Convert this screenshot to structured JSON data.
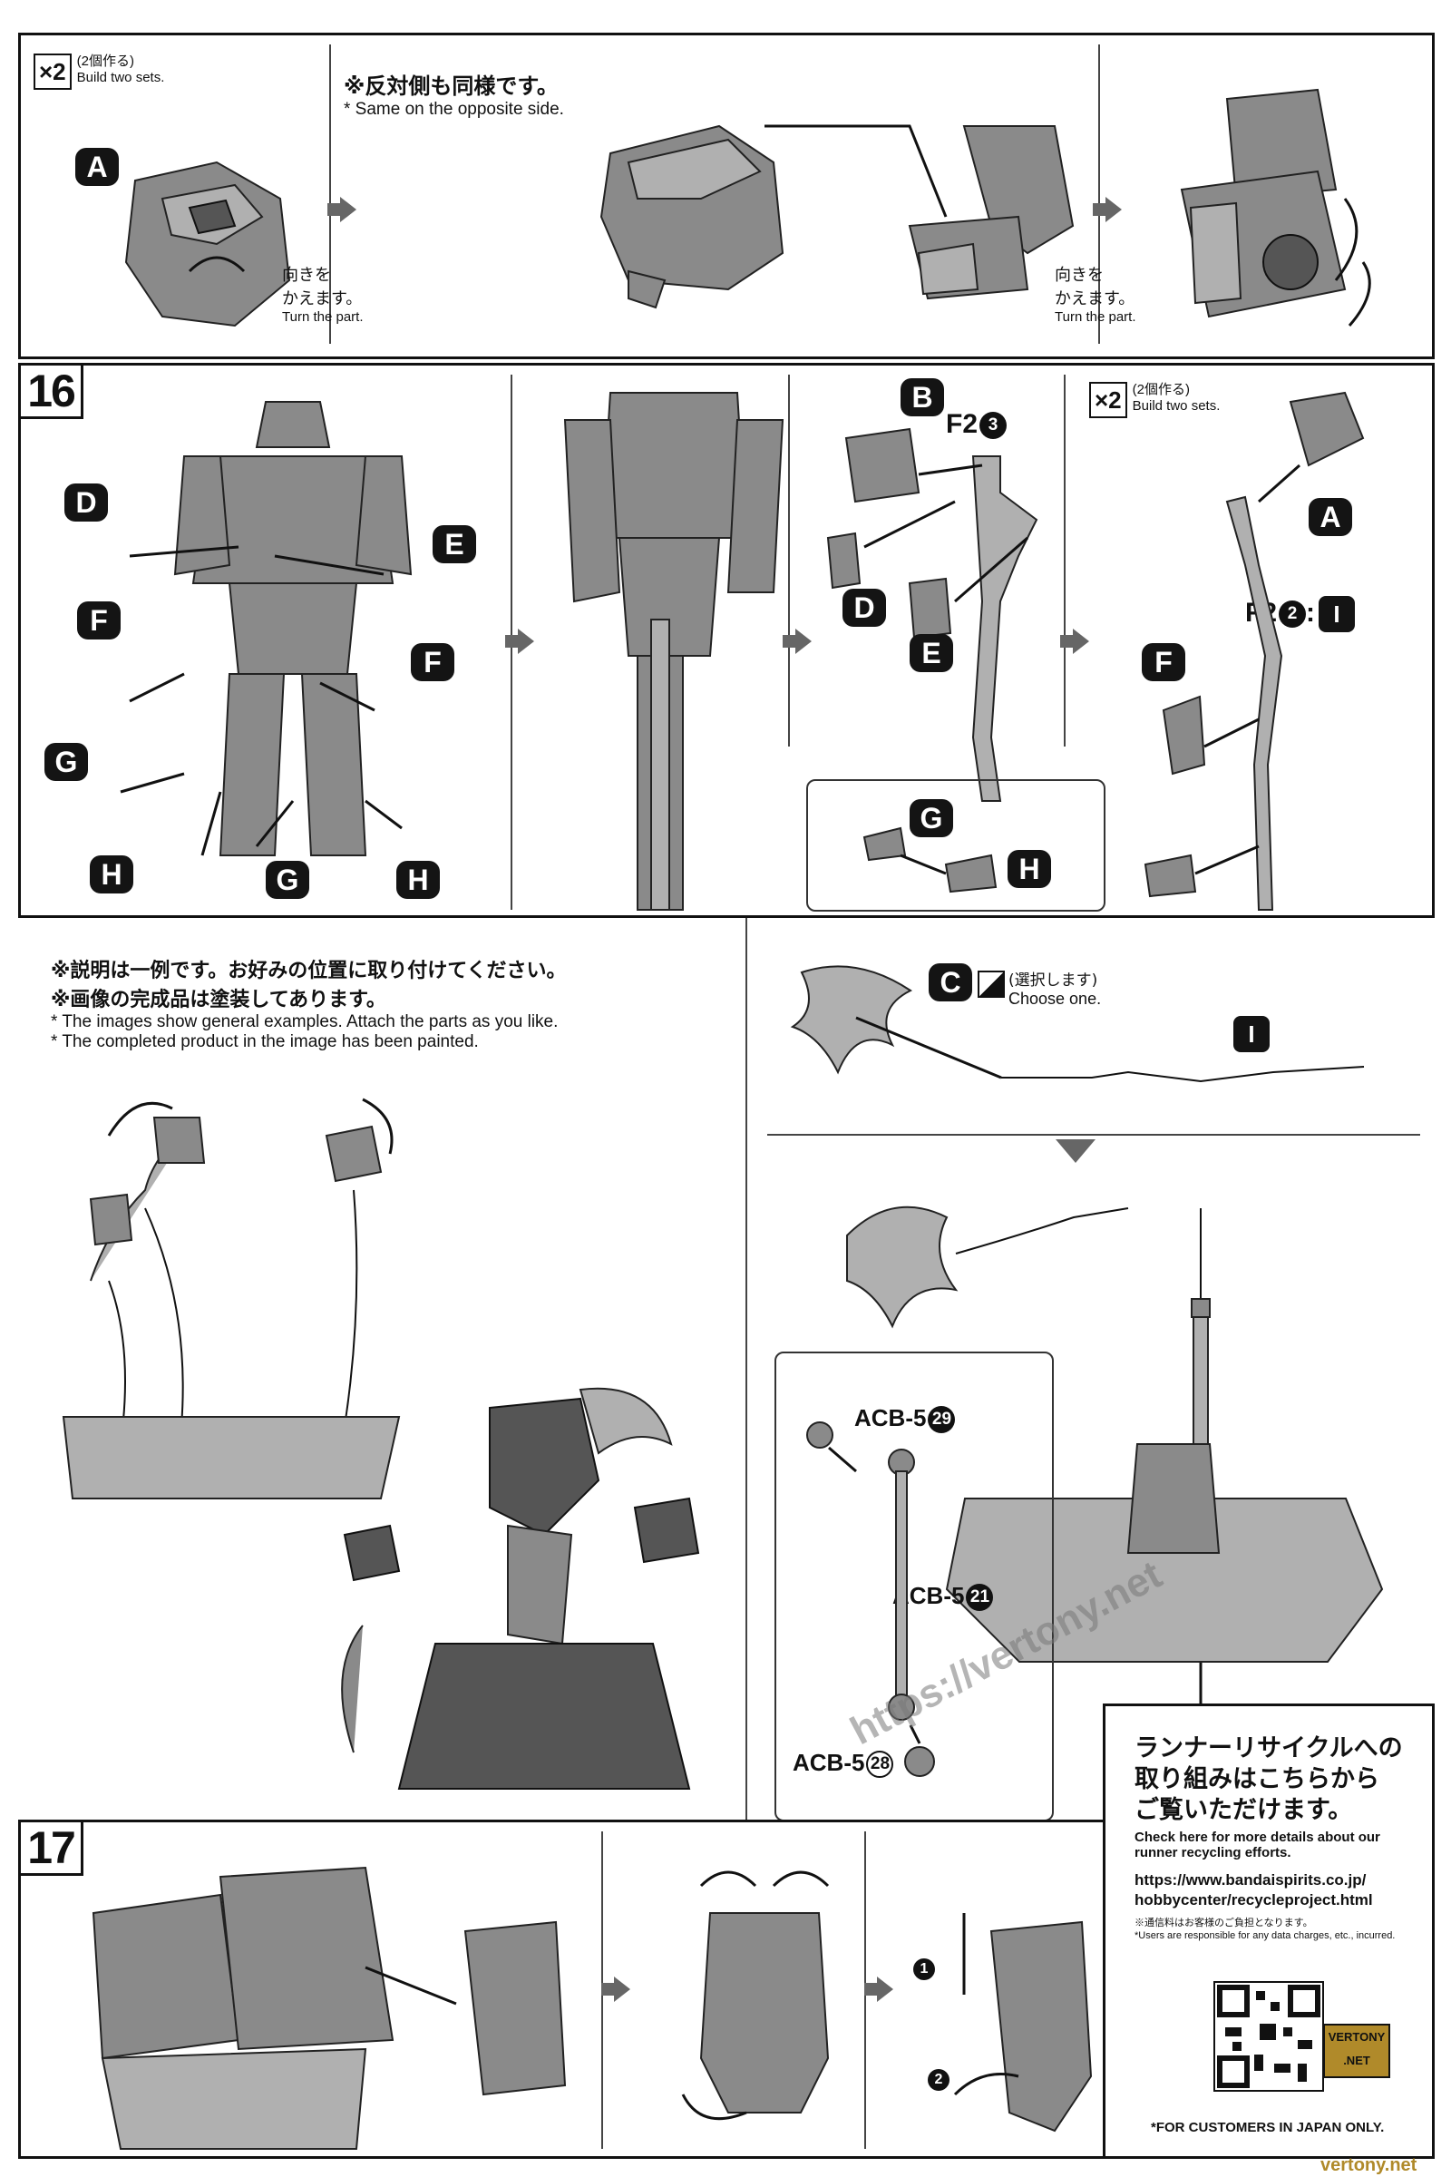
{
  "top_panel": {
    "build_two": {
      "count": "×2",
      "jp": "(2個作る)",
      "en": "Build two sets."
    },
    "same_opposite": {
      "jp": "※反対側も同様です。",
      "en": "* Same on the opposite side."
    },
    "turn1": {
      "jp": "向きを\nかえます。",
      "en": "Turn the part."
    },
    "turn2": {
      "jp": "向きを\nかえます。",
      "en": "Turn the part."
    },
    "label_a": "A"
  },
  "step16": {
    "number": "16",
    "labels": {
      "d": "D",
      "e": "E",
      "f": "F",
      "f2": "F",
      "g": "G",
      "h": "H",
      "g2": "G",
      "h2": "H"
    },
    "sub2": {
      "b": "B",
      "runner": "F2",
      "runner_num": "3",
      "d": "D",
      "e": "E"
    },
    "sub3": {
      "count": "×2",
      "jp": "(2個作る)",
      "en": "Build two sets.",
      "a": "A",
      "runner": "F2",
      "runner_num": "2",
      "colon_label": "I",
      "f": "F"
    },
    "inset": {
      "g": "G",
      "h": "H"
    }
  },
  "example": {
    "note1_jp": "※説明は一例です。お好みの位置に取り付けてください。",
    "note2_jp": "※画像の完成品は塗装してあります。",
    "note1_en": "* The images show general examples. Attach the parts as you like.",
    "note2_en": "* The completed product in the image has been painted."
  },
  "effect": {
    "label_c": "C",
    "choose_jp": "(選択します)",
    "choose_en": "Choose one.",
    "label_i": "I",
    "acb29": "ACB-5",
    "acb29_num": "29",
    "acb21": "ACB-5",
    "acb21_num": "21",
    "acb28": "ACB-5",
    "acb28_num": "28"
  },
  "step17": {
    "number": "17",
    "step1": "1",
    "step2": "2"
  },
  "recycle": {
    "jp1": "ランナーリサイクルへの",
    "jp2": "取り組みはこちらから",
    "jp3": "ご覧いただけます。",
    "en": "Check here for more details about our runner recycling efforts.",
    "url1": "https://www.bandaispirits.co.jp/",
    "url2": "hobbycenter/recycleproject.html",
    "fine": "※通信料はお客様のご負担となります。\n*Users are responsible for any data charges, etc., incurred.",
    "footer": "*FOR CUSTOMERS IN JAPAN ONLY."
  },
  "watermark": {
    "url": "https://vertony.net",
    "brand1": "VERTONY",
    "brand2": ".NET",
    "corner": "vertony.net"
  }
}
